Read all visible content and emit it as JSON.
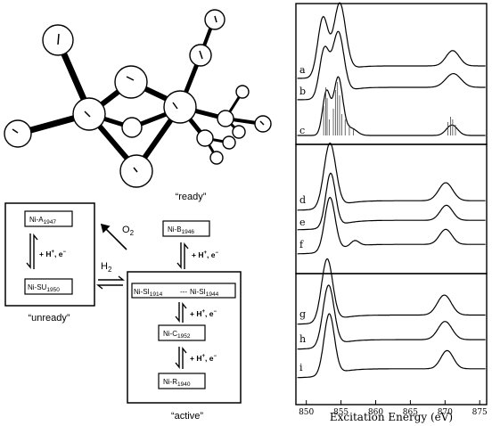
{
  "states": {
    "ni_a": {
      "name": "Ni-A",
      "sub": "1947"
    },
    "ni_su": {
      "name": "Ni-SU",
      "sub": "1950"
    },
    "ni_b": {
      "name": "Ni-B",
      "sub": "1946"
    },
    "ni_si1": {
      "name": "Ni-SI",
      "sub": "1914"
    },
    "ni_si_sep": "---",
    "ni_si2": {
      "name": "Ni-SI",
      "sub": "1944"
    },
    "ni_c": {
      "name": "Ni-C",
      "sub": "1952"
    },
    "ni_r": {
      "name": "Ni-R",
      "sub": "1940"
    }
  },
  "labels": {
    "ready": "“ready”",
    "unready": "“unready”",
    "active": "“active”",
    "o2": "O",
    "o2_sub": "2",
    "h2": "H",
    "h2_sub": "2",
    "reaction": "+ H",
    "reaction_sup": "+",
    "reaction_tail": ", e",
    "reaction_tail_sup": "−"
  },
  "chart_data": {
    "type": "line",
    "xlabel": "Excitation Energy (eV)",
    "xlim": [
      848.5,
      876
    ],
    "x_ticks": [
      850,
      855,
      860,
      865,
      870,
      875
    ],
    "curve_labels": [
      "a",
      "b",
      "c",
      "d",
      "e",
      "f",
      "g",
      "h",
      "i"
    ]
  }
}
